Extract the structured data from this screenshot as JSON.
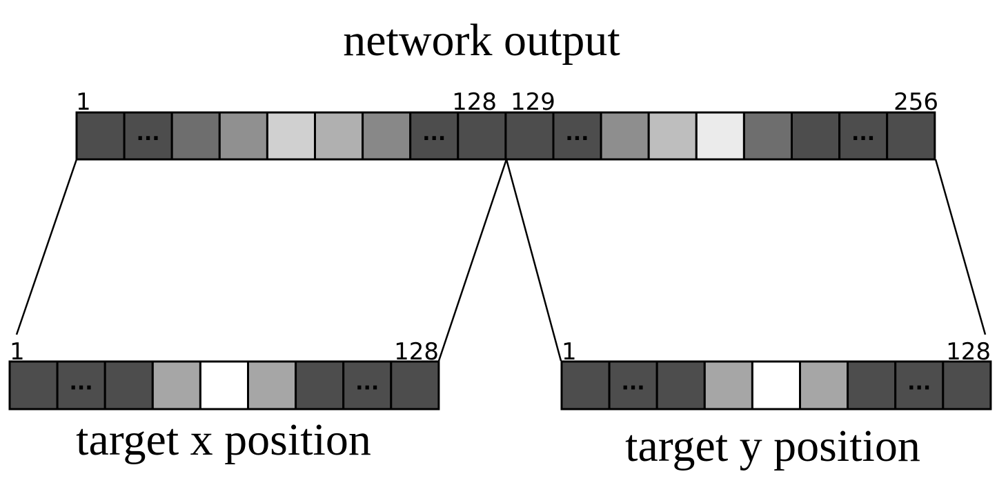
{
  "titles": {
    "network_output": "network output",
    "target_x": "target x position",
    "target_y": "target y position"
  },
  "index_labels": {
    "top_start": "1",
    "top_mid_end": "128",
    "top_mid_start": "129",
    "top_end": "256",
    "x_start": "1",
    "x_end": "128",
    "y_start": "1",
    "y_end": "128"
  },
  "ellipsis": "...",
  "bars": {
    "network_output": [
      "#4d4d4d",
      "dots",
      "#6e6e6e",
      "#909090",
      "#d0d0d0",
      "#b0b0b0",
      "#888888",
      "dots",
      "#4d4d4d",
      "#4d4d4d",
      "dots",
      "#8e8e8e",
      "#bebebe",
      "#ebebeb",
      "#6e6e6e",
      "#4d4d4d",
      "dots",
      "#4d4d4d"
    ],
    "target_x": [
      "#4d4d4d",
      "dots",
      "#4d4d4d",
      "#a6a6a6",
      "#ffffff",
      "#a6a6a6",
      "#4d4d4d",
      "dots",
      "#4d4d4d"
    ],
    "target_y": [
      "#4d4d4d",
      "dots",
      "#4d4d4d",
      "#a6a6a6",
      "#ffffff",
      "#a6a6a6",
      "#4d4d4d",
      "dots",
      "#4d4d4d"
    ]
  }
}
